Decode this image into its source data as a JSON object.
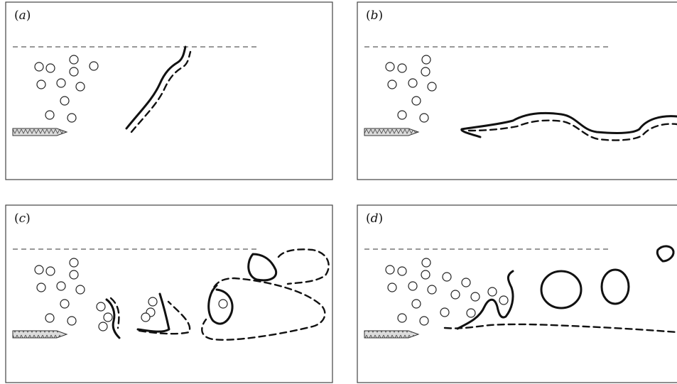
{
  "panels": [
    {
      "id": "a",
      "label_open": "(",
      "label_letter": "a",
      "label_close": ")"
    },
    {
      "id": "b",
      "label_open": "(",
      "label_letter": "b",
      "label_close": ")"
    },
    {
      "id": "c",
      "label_open": "(",
      "label_letter": "c",
      "label_close": ")"
    },
    {
      "id": "d",
      "label_open": "(",
      "label_letter": "d",
      "label_close": ")"
    }
  ]
}
